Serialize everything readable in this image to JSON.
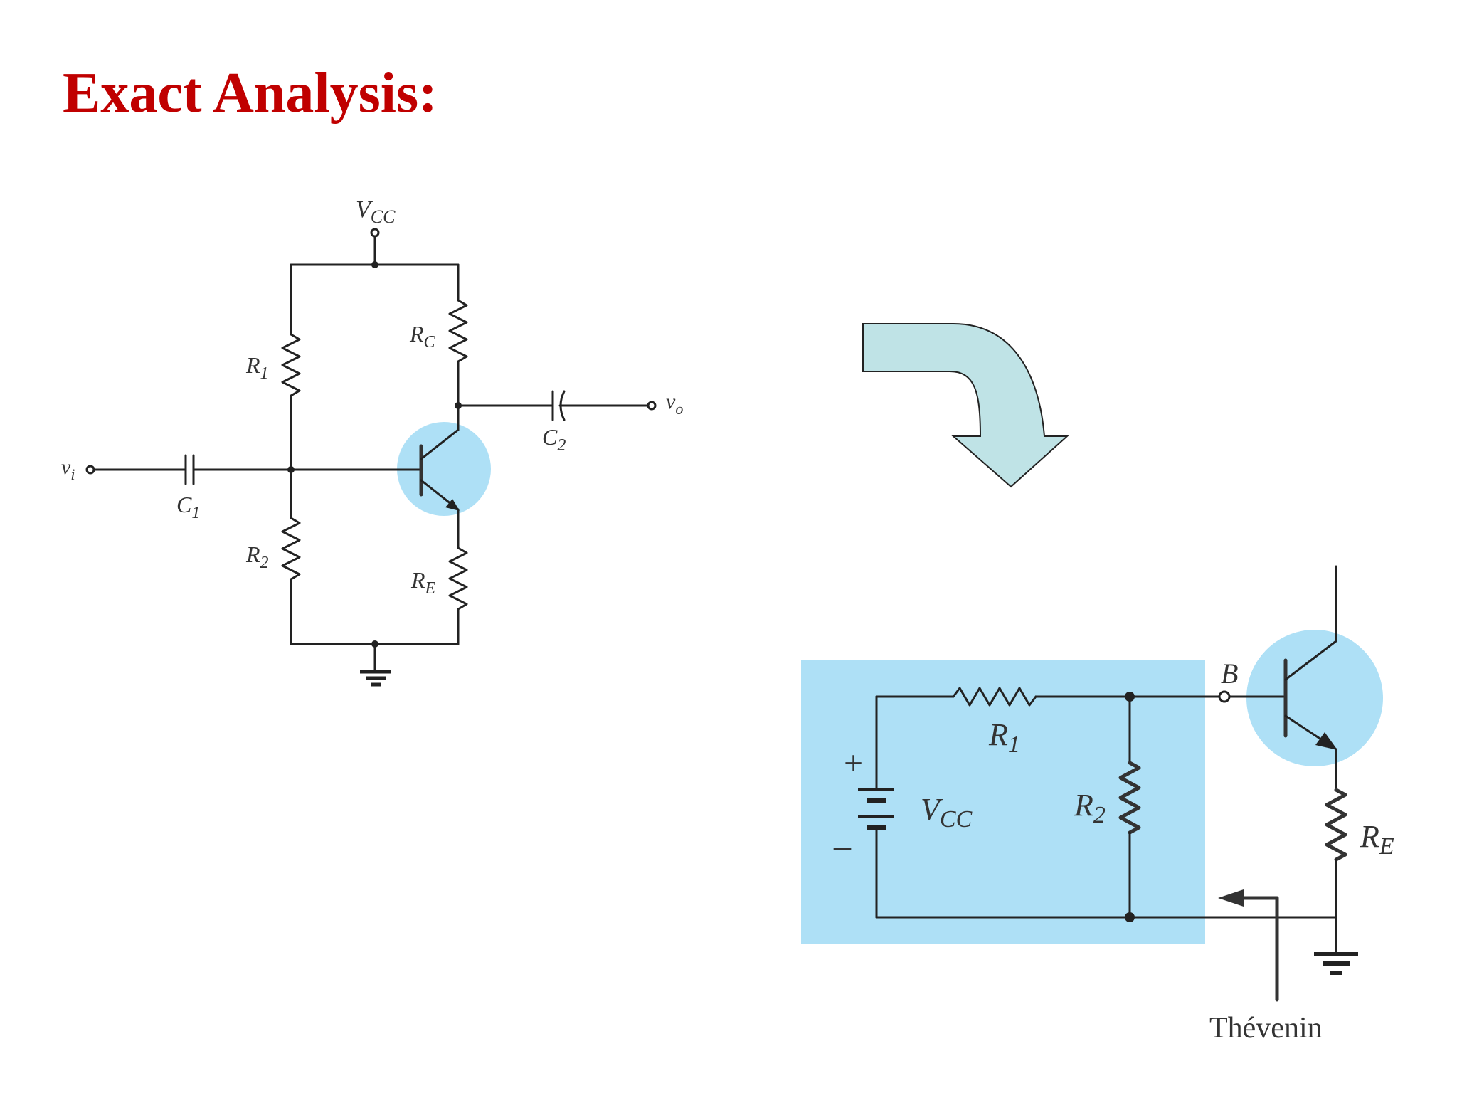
{
  "slide": {
    "title": "Exact Analysis:"
  },
  "left_circuit": {
    "supply_main": "V",
    "supply_sub": "CC",
    "rc_main": "R",
    "rc_sub": "C",
    "r1_main": "R",
    "r1_sub": "1",
    "r2_main": "R",
    "r2_sub": "2",
    "re_main": "R",
    "re_sub": "E",
    "c1_main": "C",
    "c1_sub": "1",
    "c2_main": "C",
    "c2_sub": "2",
    "vi_main": "v",
    "vi_sub": "i",
    "vo_main": "v",
    "vo_sub": "o"
  },
  "right_circuit": {
    "r1_main": "R",
    "r1_sub": "1",
    "r2_main": "R",
    "r2_sub": "2",
    "re_main": "R",
    "re_sub": "E",
    "vcc_main": "V",
    "vcc_sub": "CC",
    "base_label": "B",
    "plus": "+",
    "minus": "–",
    "thevenin_label": "Thévenin"
  },
  "colors": {
    "title": "#c00000",
    "highlight": "#aee0f6",
    "arrow_fill": "#bfe3e6",
    "wire": "#222222"
  }
}
